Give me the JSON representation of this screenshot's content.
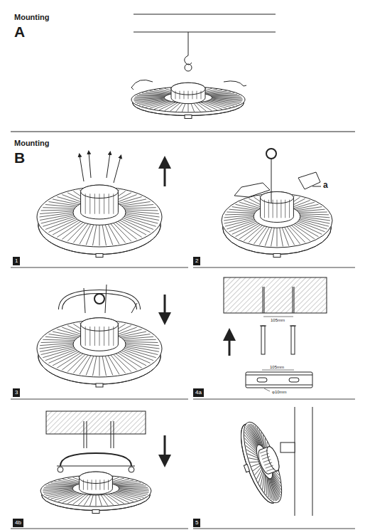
{
  "diagram": {
    "labels": [
      "Mounting",
      "A",
      "Mounting",
      "B",
      "1",
      "2",
      "a",
      "3",
      "4a",
      "105mm",
      "105mm",
      "φ10mm",
      "4b",
      "5"
    ]
  }
}
